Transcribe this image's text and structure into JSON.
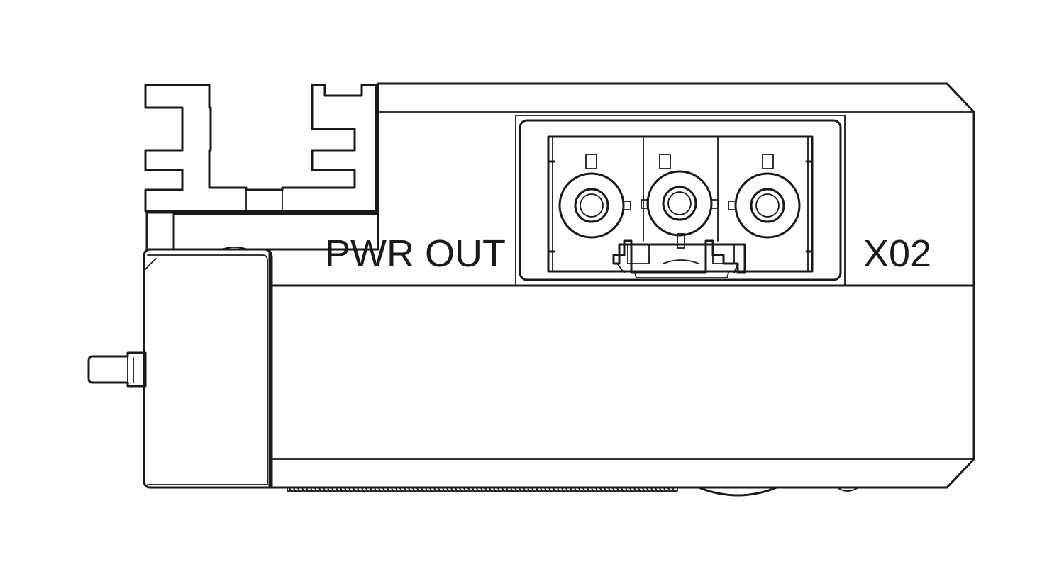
{
  "labels": {
    "port_name": "PWR OUT",
    "port_id": "X02"
  },
  "colors": {
    "line": "#1a1a1a",
    "background": "#ffffff"
  },
  "connector": {
    "pin_count": 3
  }
}
